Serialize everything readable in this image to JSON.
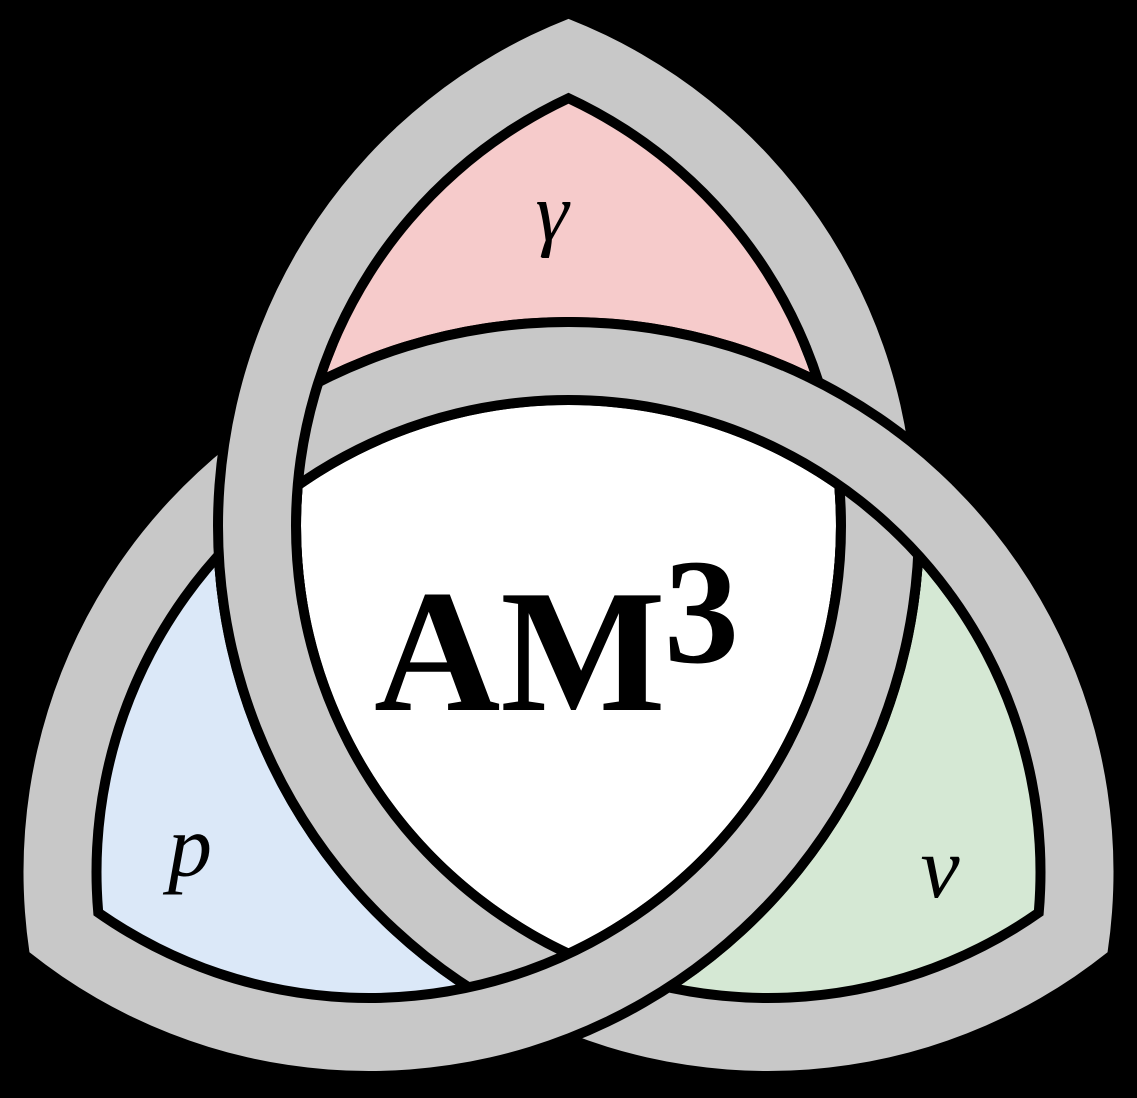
{
  "logo": {
    "name": "AM3 triquetra logo",
    "background_color": "#000000",
    "outline_color": "#000000",
    "band_color": "#c8c8c8",
    "center_fill": "#ffffff",
    "text_color": "#000000",
    "center_label": {
      "text": "AM",
      "exponent": "3"
    },
    "regions": {
      "photon": {
        "label": "γ",
        "color": "#f6cbcb",
        "position": "top"
      },
      "proton": {
        "label": "p",
        "color": "#dbe8f8",
        "position": "bottom-left"
      },
      "neutrino": {
        "label": "ν",
        "color": "#d5e8d4",
        "position": "bottom-right"
      }
    }
  }
}
